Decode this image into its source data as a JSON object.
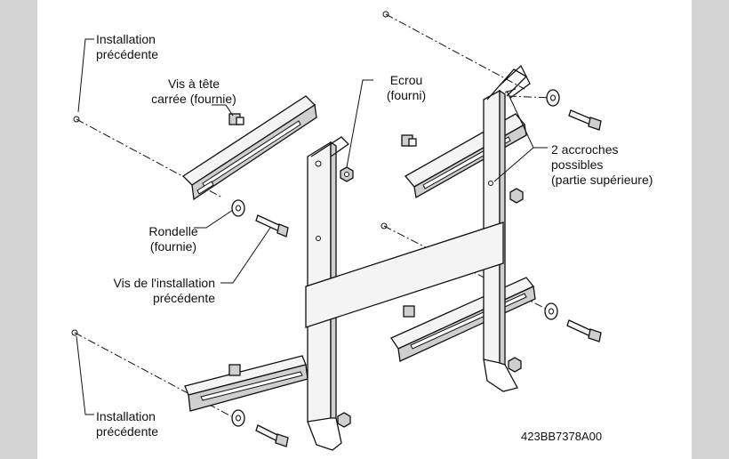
{
  "labels": {
    "installation_top": "Installation\nprécédente",
    "vis_tete_carree": "Vis à tête\ncarrée (fournie)",
    "ecrou": "Ecrou\n(fourni)",
    "accroches": "2 accroches\npossibles\n(partie supérieure)",
    "rondelle": "Rondelle\n(fournie)",
    "vis_installation": "Vis de l'installation\nprécédente",
    "installation_bottom": "Installation\nprécédente",
    "part_code": "423BB7378A00"
  }
}
